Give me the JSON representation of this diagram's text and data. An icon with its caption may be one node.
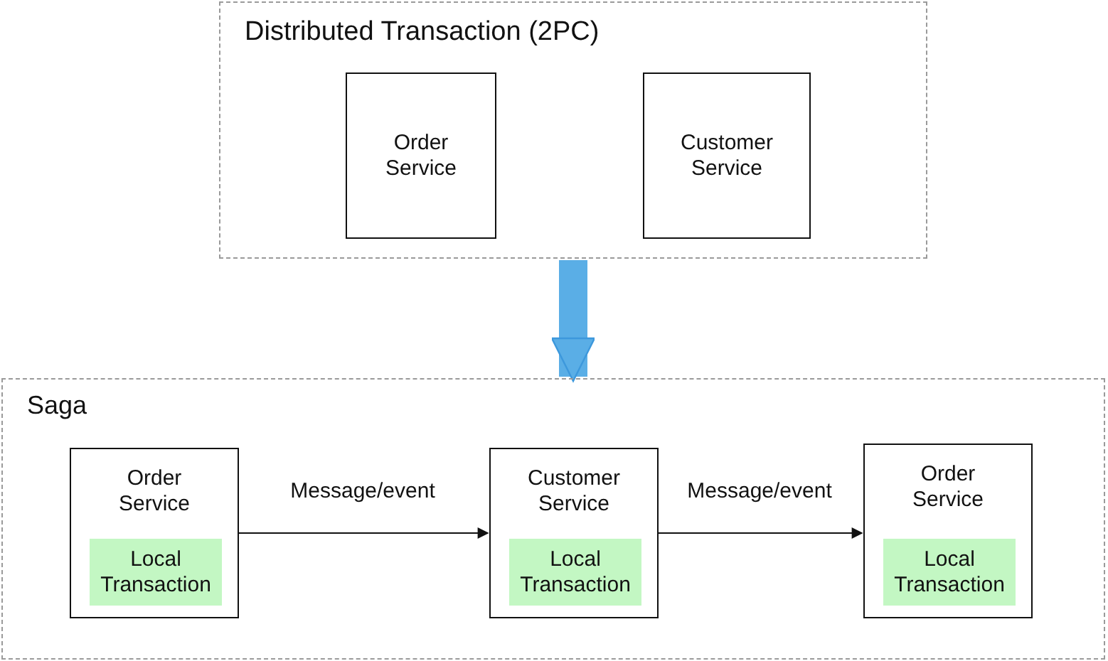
{
  "diagram": {
    "nodes": [
      {
        "text": [
          "Distributed Transaction (2PC)"
        ]
      },
      {
        "text": [
          "Order Service"
        ],
        "in": 0
      },
      {
        "text": [
          "Customer Service"
        ],
        "in": 0
      },
      {
        "text": [
          "Saga"
        ]
      },
      {
        "text": [
          "Order Service"
        ],
        "in": 3
      },
      {
        "text": [
          "Local Transaction"
        ],
        "in": 4
      },
      {
        "text": [
          "Customer Service"
        ],
        "in": 3
      },
      {
        "text": [
          "Local Transaction"
        ],
        "in": 6
      },
      {
        "text": [
          "Order Service"
        ],
        "in": 3
      },
      {
        "text": [
          "Local Transaction"
        ],
        "in": 8
      }
    ],
    "edges": [
      {
        "from": 0,
        "to": 3,
        "arrow": "to",
        "style": "thick",
        "color": "#5aaee6"
      },
      {
        "from": 4,
        "to": 6,
        "arrow": "to",
        "label": "Message/event"
      },
      {
        "from": 6,
        "to": 8,
        "arrow": "to",
        "label": "Message/event"
      }
    ]
  }
}
